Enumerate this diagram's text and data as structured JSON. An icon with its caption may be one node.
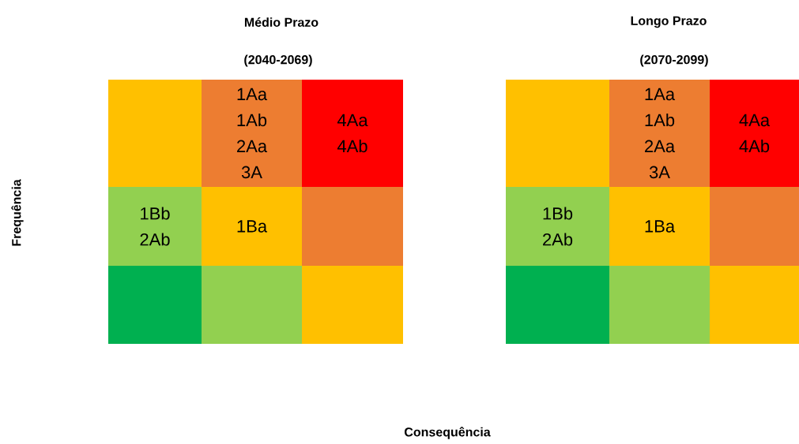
{
  "diagram": {
    "nodes": [
      {
        "text": [],
        "shape": "box"
      },
      {
        "text": [
          "1Aa 1Ab 2Aa 3A"
        ]
      },
      {
        "text": [
          "4Aa 4Ab"
        ]
      },
      {
        "text": [
          "1Bb 2Ab"
        ]
      },
      {
        "text": [
          "1Ba"
        ]
      },
      {
        "text": [],
        "shape": "box"
      },
      {
        "text": [],
        "shape": "box"
      },
      {
        "text": [],
        "shape": "box"
      },
      {
        "text": [],
        "shape": "box"
      },
      {
        "text": [],
        "shape": "box"
      },
      {
        "text": [
          "1Aa 1Ab 2Aa 3A"
        ]
      },
      {
        "text": [
          "4Aa 4Ab"
        ]
      },
      {
        "text": [
          "1Bb 2Ab"
        ]
      },
      {
        "text": [
          "1Ba"
        ]
      },
      {
        "text": [],
        "shape": "box"
      },
      {
        "text": [],
        "shape": "box"
      },
      {
        "text": [],
        "shape": "box"
      },
      {
        "text": [],
        "shape": "box"
      }
    ],
    "labels": [
      "Médio Prazo",
      "(2040-2069)",
      "Longo Prazo",
      "(2070-2099)",
      "Frequência",
      "Consequência"
    ]
  }
}
